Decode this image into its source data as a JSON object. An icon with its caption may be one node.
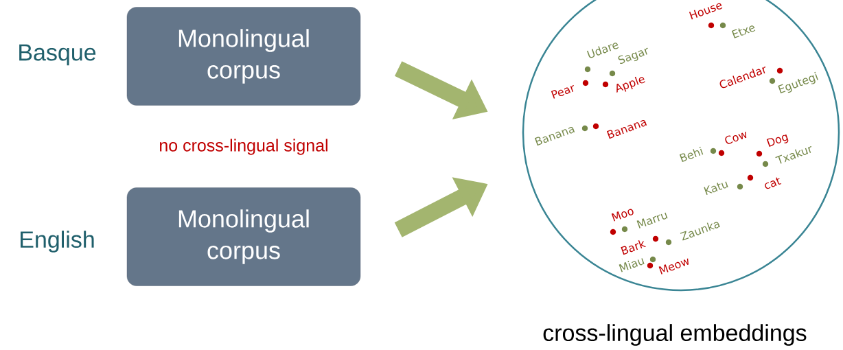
{
  "diagram": {
    "nodes": [
      {
        "text": [
          "Monolingual corpus"
        ],
        "beside": [
          "Basque"
        ]
      },
      {
        "text": [
          "Monolingual corpus"
        ],
        "beside": [
          "English"
        ]
      },
      {
        "text": [
          "cross-lingual embeddings"
        ]
      }
    ],
    "edges": [
      {
        "from": 0,
        "to": 2,
        "arrow": "to"
      },
      {
        "from": 1,
        "to": 2,
        "arrow": "to"
      }
    ],
    "labels": [
      "no cross-lingual signal",
      "House",
      "Etxe",
      "Udare",
      "Sagar",
      "Calendar",
      "Egutegi",
      "Pear",
      "Apple",
      "Banana",
      "Banana",
      "Cow",
      "Dog",
      "Behi",
      "Txakur",
      "Katu",
      "cat",
      "Moo",
      "Marru",
      "Zaunka",
      "Bark",
      "Miau",
      "Meow"
    ]
  }
}
